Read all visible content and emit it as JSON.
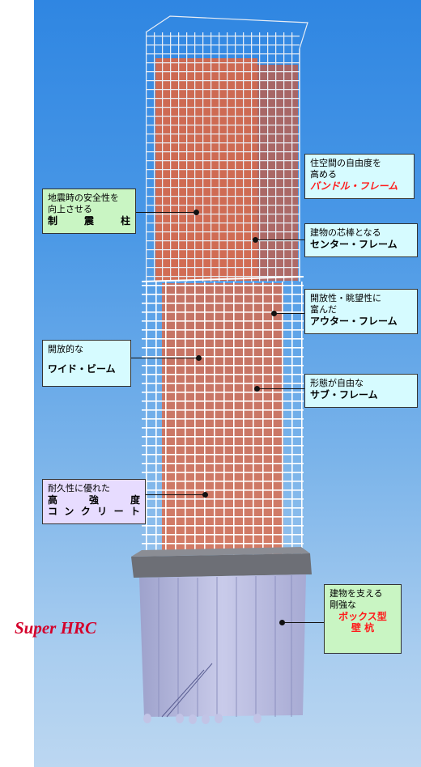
{
  "callouts": {
    "seismic": {
      "line1": "地震時の安全性を",
      "line2": "向上させる",
      "title_chars": [
        "制",
        "震",
        "柱"
      ]
    },
    "bundle": {
      "line1": "住空間の自由度を",
      "line2": "高める",
      "title": "バンドル・フレーム"
    },
    "center": {
      "line1": "建物の芯棒となる",
      "title": "センター・フレーム"
    },
    "outer": {
      "line1": "開放性・眺望性に",
      "line2": "富んだ",
      "title": "アウター・フレーム"
    },
    "wide": {
      "line1": "開放的な",
      "title": "ワイド・ビーム"
    },
    "sub": {
      "line1": "形態が自由な",
      "title": "サブ・フレーム"
    },
    "concrete": {
      "line1": "耐久性に優れた",
      "title1_chars": [
        "高",
        "強",
        "度"
      ],
      "title2_chars": [
        "コ",
        "ン",
        "ク",
        "リ",
        "ー",
        "ト"
      ]
    },
    "pile": {
      "line1": "建物を支える",
      "line2": "剛強な",
      "title1": "ボックス型",
      "title2": "壁 杭"
    }
  },
  "brand": "Super HRC",
  "colors": {
    "sky_top": "#2f86e2",
    "sky_bottom": "#bcd7f1",
    "core": "#e8643a",
    "frame": "#f2f2f2",
    "pile": "#b7b9de",
    "callout_green": "#c9f5c3",
    "callout_cyan": "#d6fbff",
    "callout_lavender": "#e7dcff",
    "brand": "#d4002a",
    "emphasis": "#ff1a1a"
  }
}
